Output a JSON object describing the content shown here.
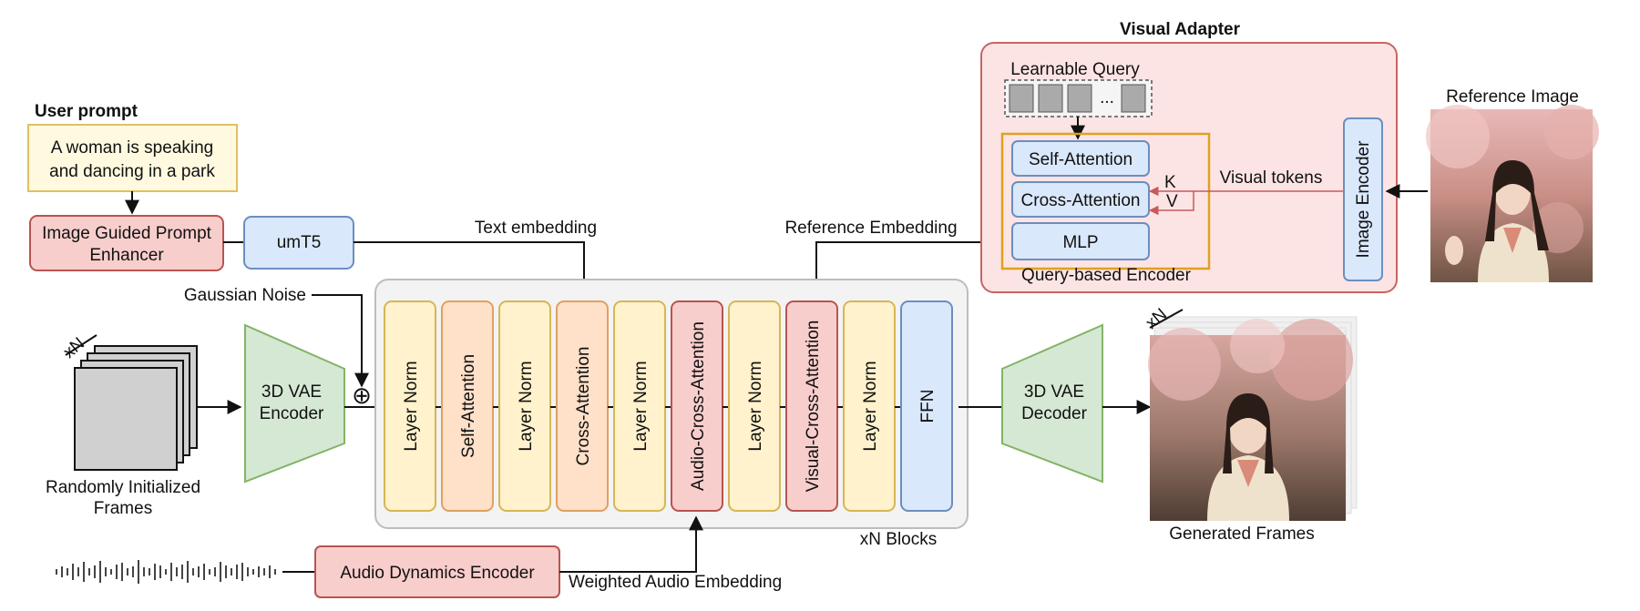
{
  "diagram": {
    "user_prompt": {
      "title": "User prompt",
      "lines": [
        "A woman is speaking",
        "and dancing in a park"
      ]
    },
    "prompt_enhancer": {
      "lines": [
        "Image Guided Prompt",
        "Enhancer"
      ]
    },
    "text_encoder": "umT5",
    "text_embedding": "Text embedding",
    "reference_embedding": "Reference Embedding",
    "gaussian_noise": "Gaussian Noise",
    "input_frames": {
      "stack_label": "xN",
      "lines": [
        "Randomly Initialized",
        "Frames"
      ]
    },
    "vae_encoder": [
      "3D VAE",
      "Encoder"
    ],
    "vae_decoder": [
      "3D VAE",
      "Decoder"
    ],
    "plus_symbol": "⊕",
    "blocks": [
      {
        "label": "Layer Norm",
        "kind": "norm"
      },
      {
        "label": "Self-Attention",
        "kind": "attn"
      },
      {
        "label": "Layer Norm",
        "kind": "norm"
      },
      {
        "label": "Cross-Attention",
        "kind": "attn"
      },
      {
        "label": "Layer Norm",
        "kind": "norm"
      },
      {
        "label": "Audio-Cross-Attention",
        "kind": "special"
      },
      {
        "label": "Layer Norm",
        "kind": "norm"
      },
      {
        "label": "Visual-Cross-Attention",
        "kind": "special"
      },
      {
        "label": "Layer Norm",
        "kind": "norm"
      },
      {
        "label": "FFN",
        "kind": "ffn"
      }
    ],
    "blocks_label": "xN Blocks",
    "audio_encoder": "Audio Dynamics Encoder",
    "weighted_audio_embedding": "Weighted Audio Embedding",
    "output": {
      "stack_label": "xN",
      "label": "Generated Frames"
    },
    "visual_adapter": {
      "title": "Visual Adapter",
      "learnable_query": "Learnable Query",
      "query_ellipsis": "...",
      "self_attention": "Self-Attention",
      "cross_attention": "Cross-Attention",
      "mlp": "MLP",
      "encoder_label": "Query-based Encoder",
      "k": "K",
      "v": "V",
      "visual_tokens": "Visual tokens",
      "image_encoder": "Image Encoder",
      "reference_image": "Reference Image"
    },
    "colors": {
      "norm_fill": "#fff2cc",
      "norm_stroke": "#d6b656",
      "attn_fill": "#ffe0c8",
      "attn_stroke": "#e0a060",
      "special_fill": "#f8cecc",
      "special_stroke": "#b85450",
      "ffn_fill": "#dae8fc",
      "ffn_stroke": "#6c8ebf",
      "vae_fill": "#d5e8d4",
      "vae_stroke": "#82b366",
      "adapter_fill": "#fde4e4",
      "adapter_stroke": "#c86464",
      "encoder_border": "#e0a020"
    }
  }
}
